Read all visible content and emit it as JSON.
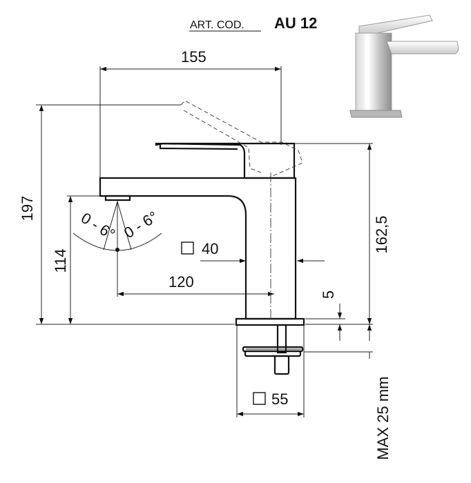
{
  "header": {
    "label": "ART. COD.",
    "code": "AU 12"
  },
  "dimensions": {
    "overall_width": "155",
    "overall_height": "197",
    "spout_height": "114",
    "lever_height": "162,5",
    "spout_reach": "120",
    "body_square": "40",
    "base_square": "55",
    "base_thickness": "5",
    "max_thickness": "MAX 25 mm",
    "angle_left": "0 - 6°",
    "angle_right": "0 - 6°"
  },
  "colors": {
    "line": "#111111",
    "photo_chrome_light": "#f2f2f2",
    "photo_chrome_dark": "#9a9a9a"
  },
  "icons": {
    "square_symbol": "square-outline-icon",
    "product_photo": "faucet-photo-icon"
  }
}
